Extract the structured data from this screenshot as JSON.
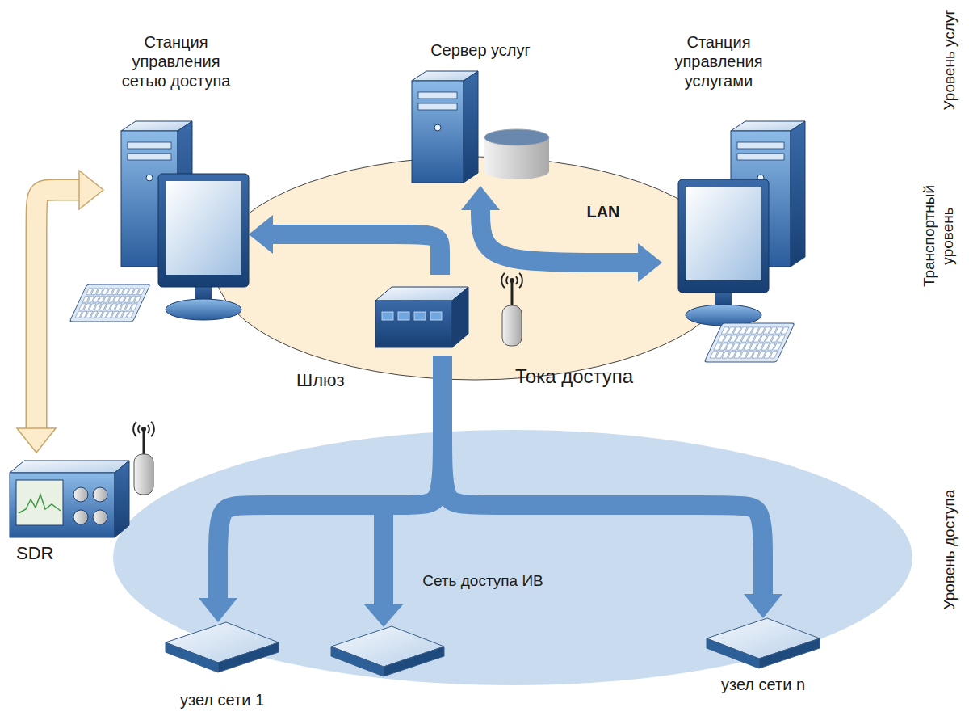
{
  "diagram": {
    "nodes": [
      {
        "text": [
          "Станция управления сетью доступа"
        ]
      },
      {
        "text": [
          "Сервер услуг"
        ]
      },
      {
        "text": [
          "Станция управления услугами"
        ]
      },
      {
        "text": [
          "Шлюз",
          "Тока доступа"
        ]
      },
      {
        "text": [
          "SDR"
        ]
      },
      {
        "text": [
          "узел сети 1"
        ]
      },
      {
        "text": [
          "узел сети n"
        ]
      }
    ],
    "edges": [
      {
        "from": 3,
        "to": 0,
        "arrow": "to"
      },
      {
        "from": 1,
        "to": 2,
        "arrow": "both"
      },
      {
        "from": 3,
        "to": 5,
        "arrow": "to"
      },
      {
        "from": 3,
        "to": 6,
        "arrow": "to"
      },
      {
        "from": 0,
        "to": 4,
        "arrow": "both"
      }
    ],
    "labels": [
      "LAN",
      "Сеть доступа ИВ",
      "Уровень услуг",
      "Транспортный уровень",
      "Уровень доступа"
    ]
  }
}
